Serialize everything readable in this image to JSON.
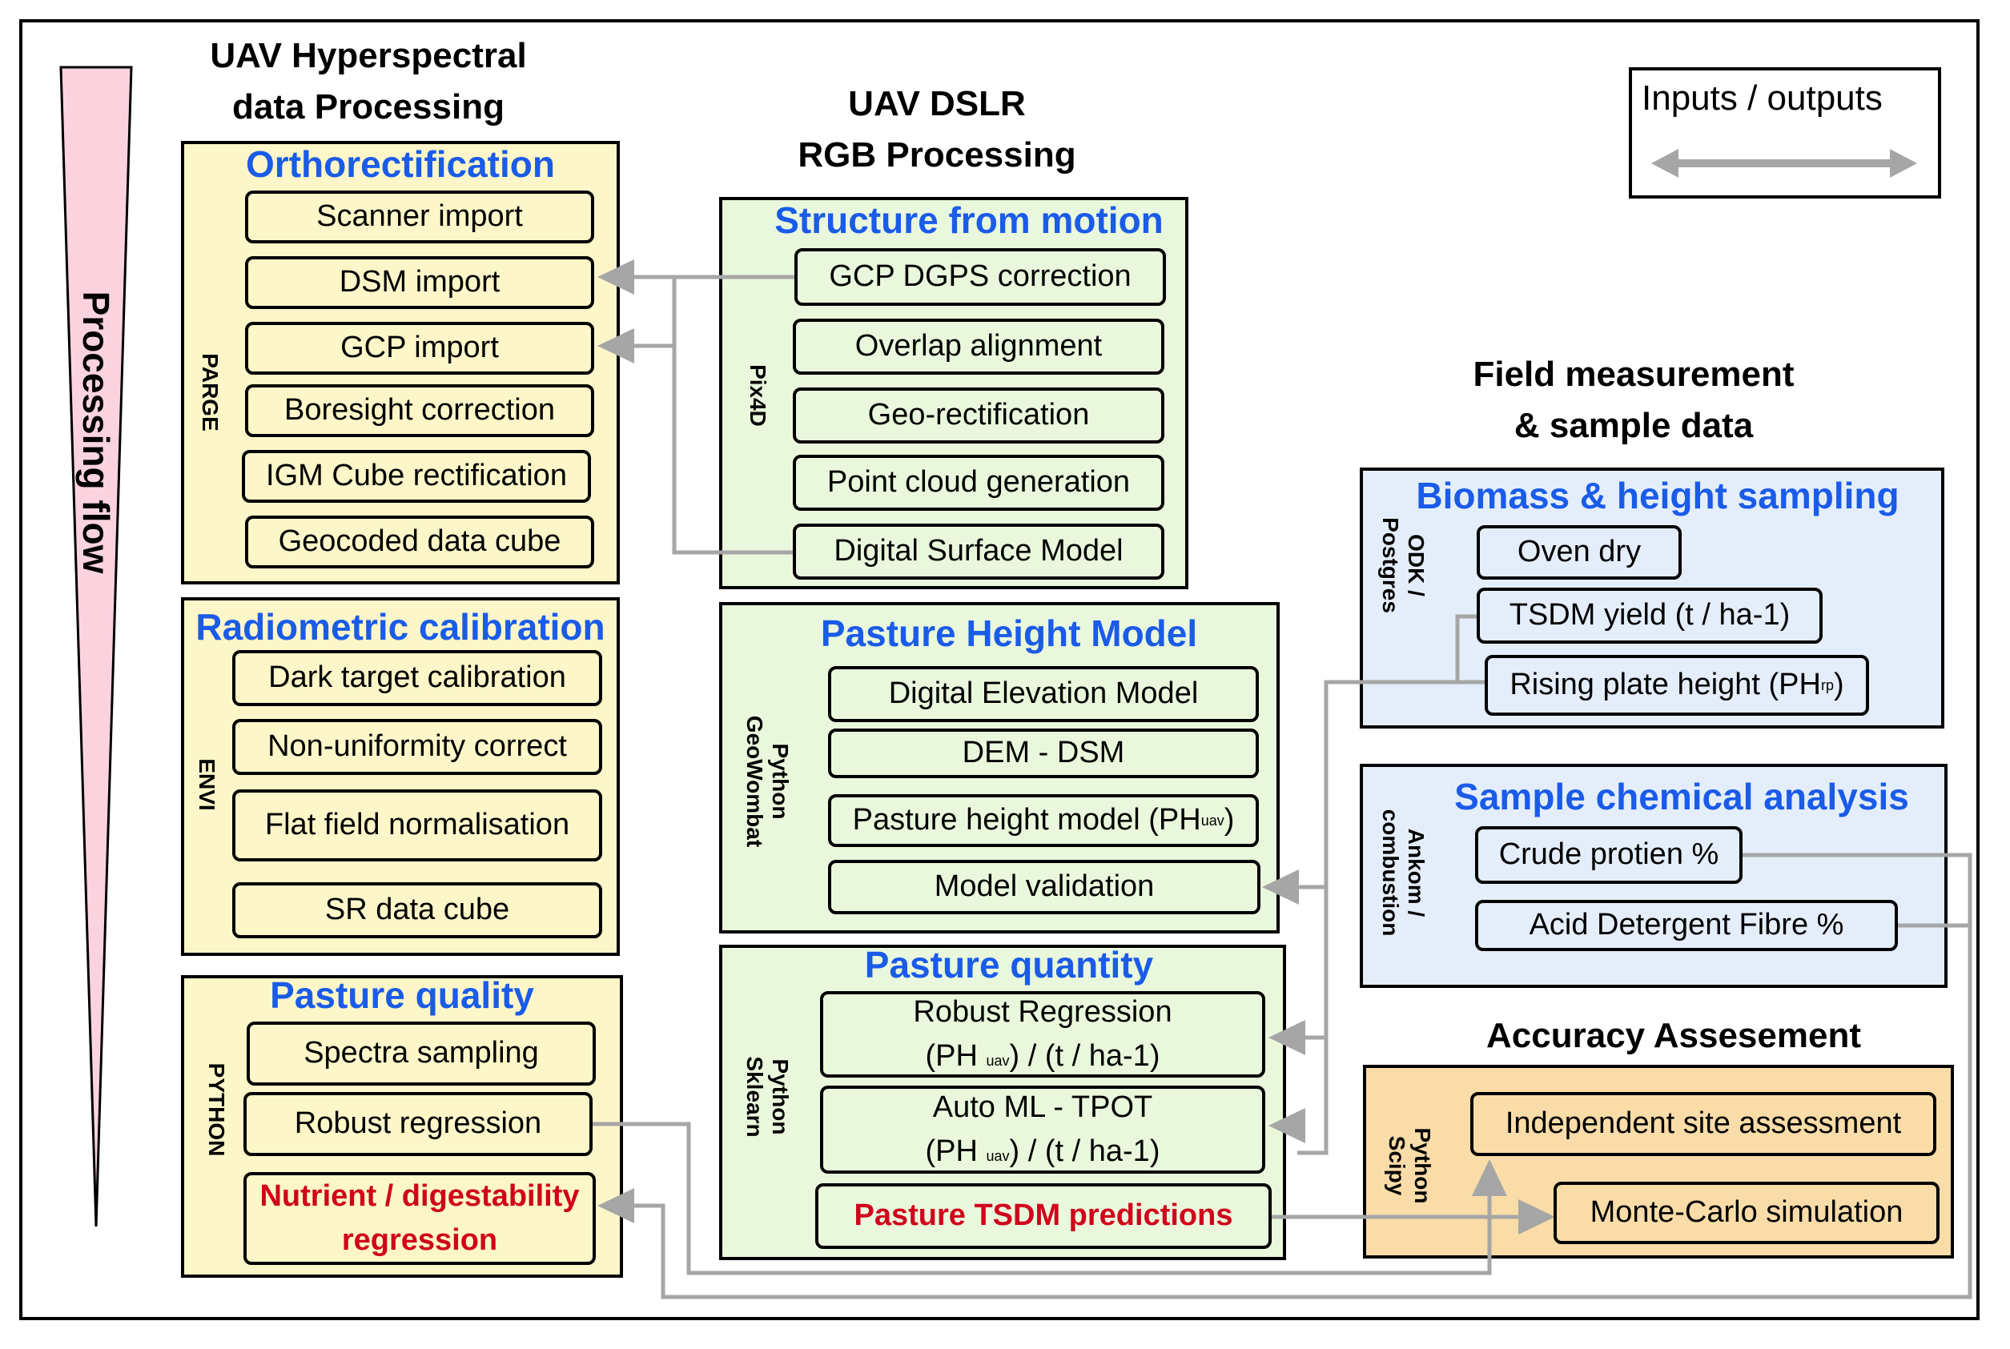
{
  "flow_label": "Processing flow",
  "legend": {
    "label": "Inputs / outputs"
  },
  "colors": {
    "title_blue": "#1a5be8",
    "emphasis_red": "#d0021b",
    "connector_gray": "#a6a6a6",
    "flow_pink": "#fbd3df"
  },
  "headings": {
    "hyperspectral": [
      "UAV Hyperspectral",
      "data Processing"
    ],
    "dslr": [
      "UAV DSLR",
      "RGB Processing"
    ],
    "field": [
      "Field measurement",
      "& sample data"
    ],
    "accuracy": "Accuracy Assesement"
  },
  "panels": {
    "ortho": {
      "title": "Orthorectification",
      "tool": "PARGE",
      "items": [
        "Scanner import",
        "DSM import",
        "GCP import",
        "Boresight correction",
        "IGM Cube rectification",
        "Geocoded data cube"
      ]
    },
    "radiometric": {
      "title": "Radiometric calibration",
      "tool": "ENVI",
      "items": [
        "Dark target calibration",
        "Non-uniformity correct",
        "Flat field normalisation",
        "SR data cube"
      ]
    },
    "quality": {
      "title": "Pasture quality",
      "tool": "PYTHON",
      "items": [
        "Spectra sampling",
        "Robust regression"
      ],
      "nutrient": [
        "Nutrient / digestability",
        "regression"
      ]
    },
    "sfm": {
      "title": "Structure from motion",
      "tool": "Pix4D",
      "items": [
        "GCP DGPS correction",
        "Overlap alignment",
        "Geo-rectification",
        "Point cloud generation",
        "Digital Surface Model"
      ]
    },
    "phm": {
      "title": "Pasture Height Model",
      "tool": [
        "Python",
        "GeoWombat"
      ],
      "items": [
        "Digital Elevation Model",
        "DEM - DSM"
      ],
      "phm_item": {
        "text": "Pasture height model (PH",
        "sub": "uav",
        "close": ")"
      },
      "validation": "Model validation"
    },
    "quantity": {
      "title": "Pasture quantity",
      "tool": [
        "Python",
        "Sklearn"
      ],
      "robust": {
        "line1": "Robust Regression",
        "pre": "(PH ",
        "sub": "uav",
        "post": ") / (t / ha-1)"
      },
      "automl": {
        "line1": "Auto ML - TPOT",
        "pre": "(PH ",
        "sub": "uav",
        "post": ") / (t / ha-1)"
      },
      "predictions": "Pasture TSDM predictions"
    },
    "biomass": {
      "title": "Biomass & height sampling",
      "tool": [
        "ODK /",
        "Postgres"
      ],
      "items": [
        "Oven dry",
        "TSDM yield (t / ha-1)"
      ],
      "rising": {
        "text": "Rising plate height (PH",
        "sub": "rp",
        "close": ")"
      }
    },
    "chemical": {
      "title": "Sample chemical analysis",
      "tool": [
        "Ankom /",
        "combustion"
      ],
      "items": [
        "Crude protien %",
        "Acid Detergent Fibre %"
      ]
    },
    "accuracy": {
      "tool": [
        "Python",
        "Scipy"
      ],
      "items": [
        "Independent site assessment",
        "Monte-Carlo simulation"
      ]
    }
  }
}
